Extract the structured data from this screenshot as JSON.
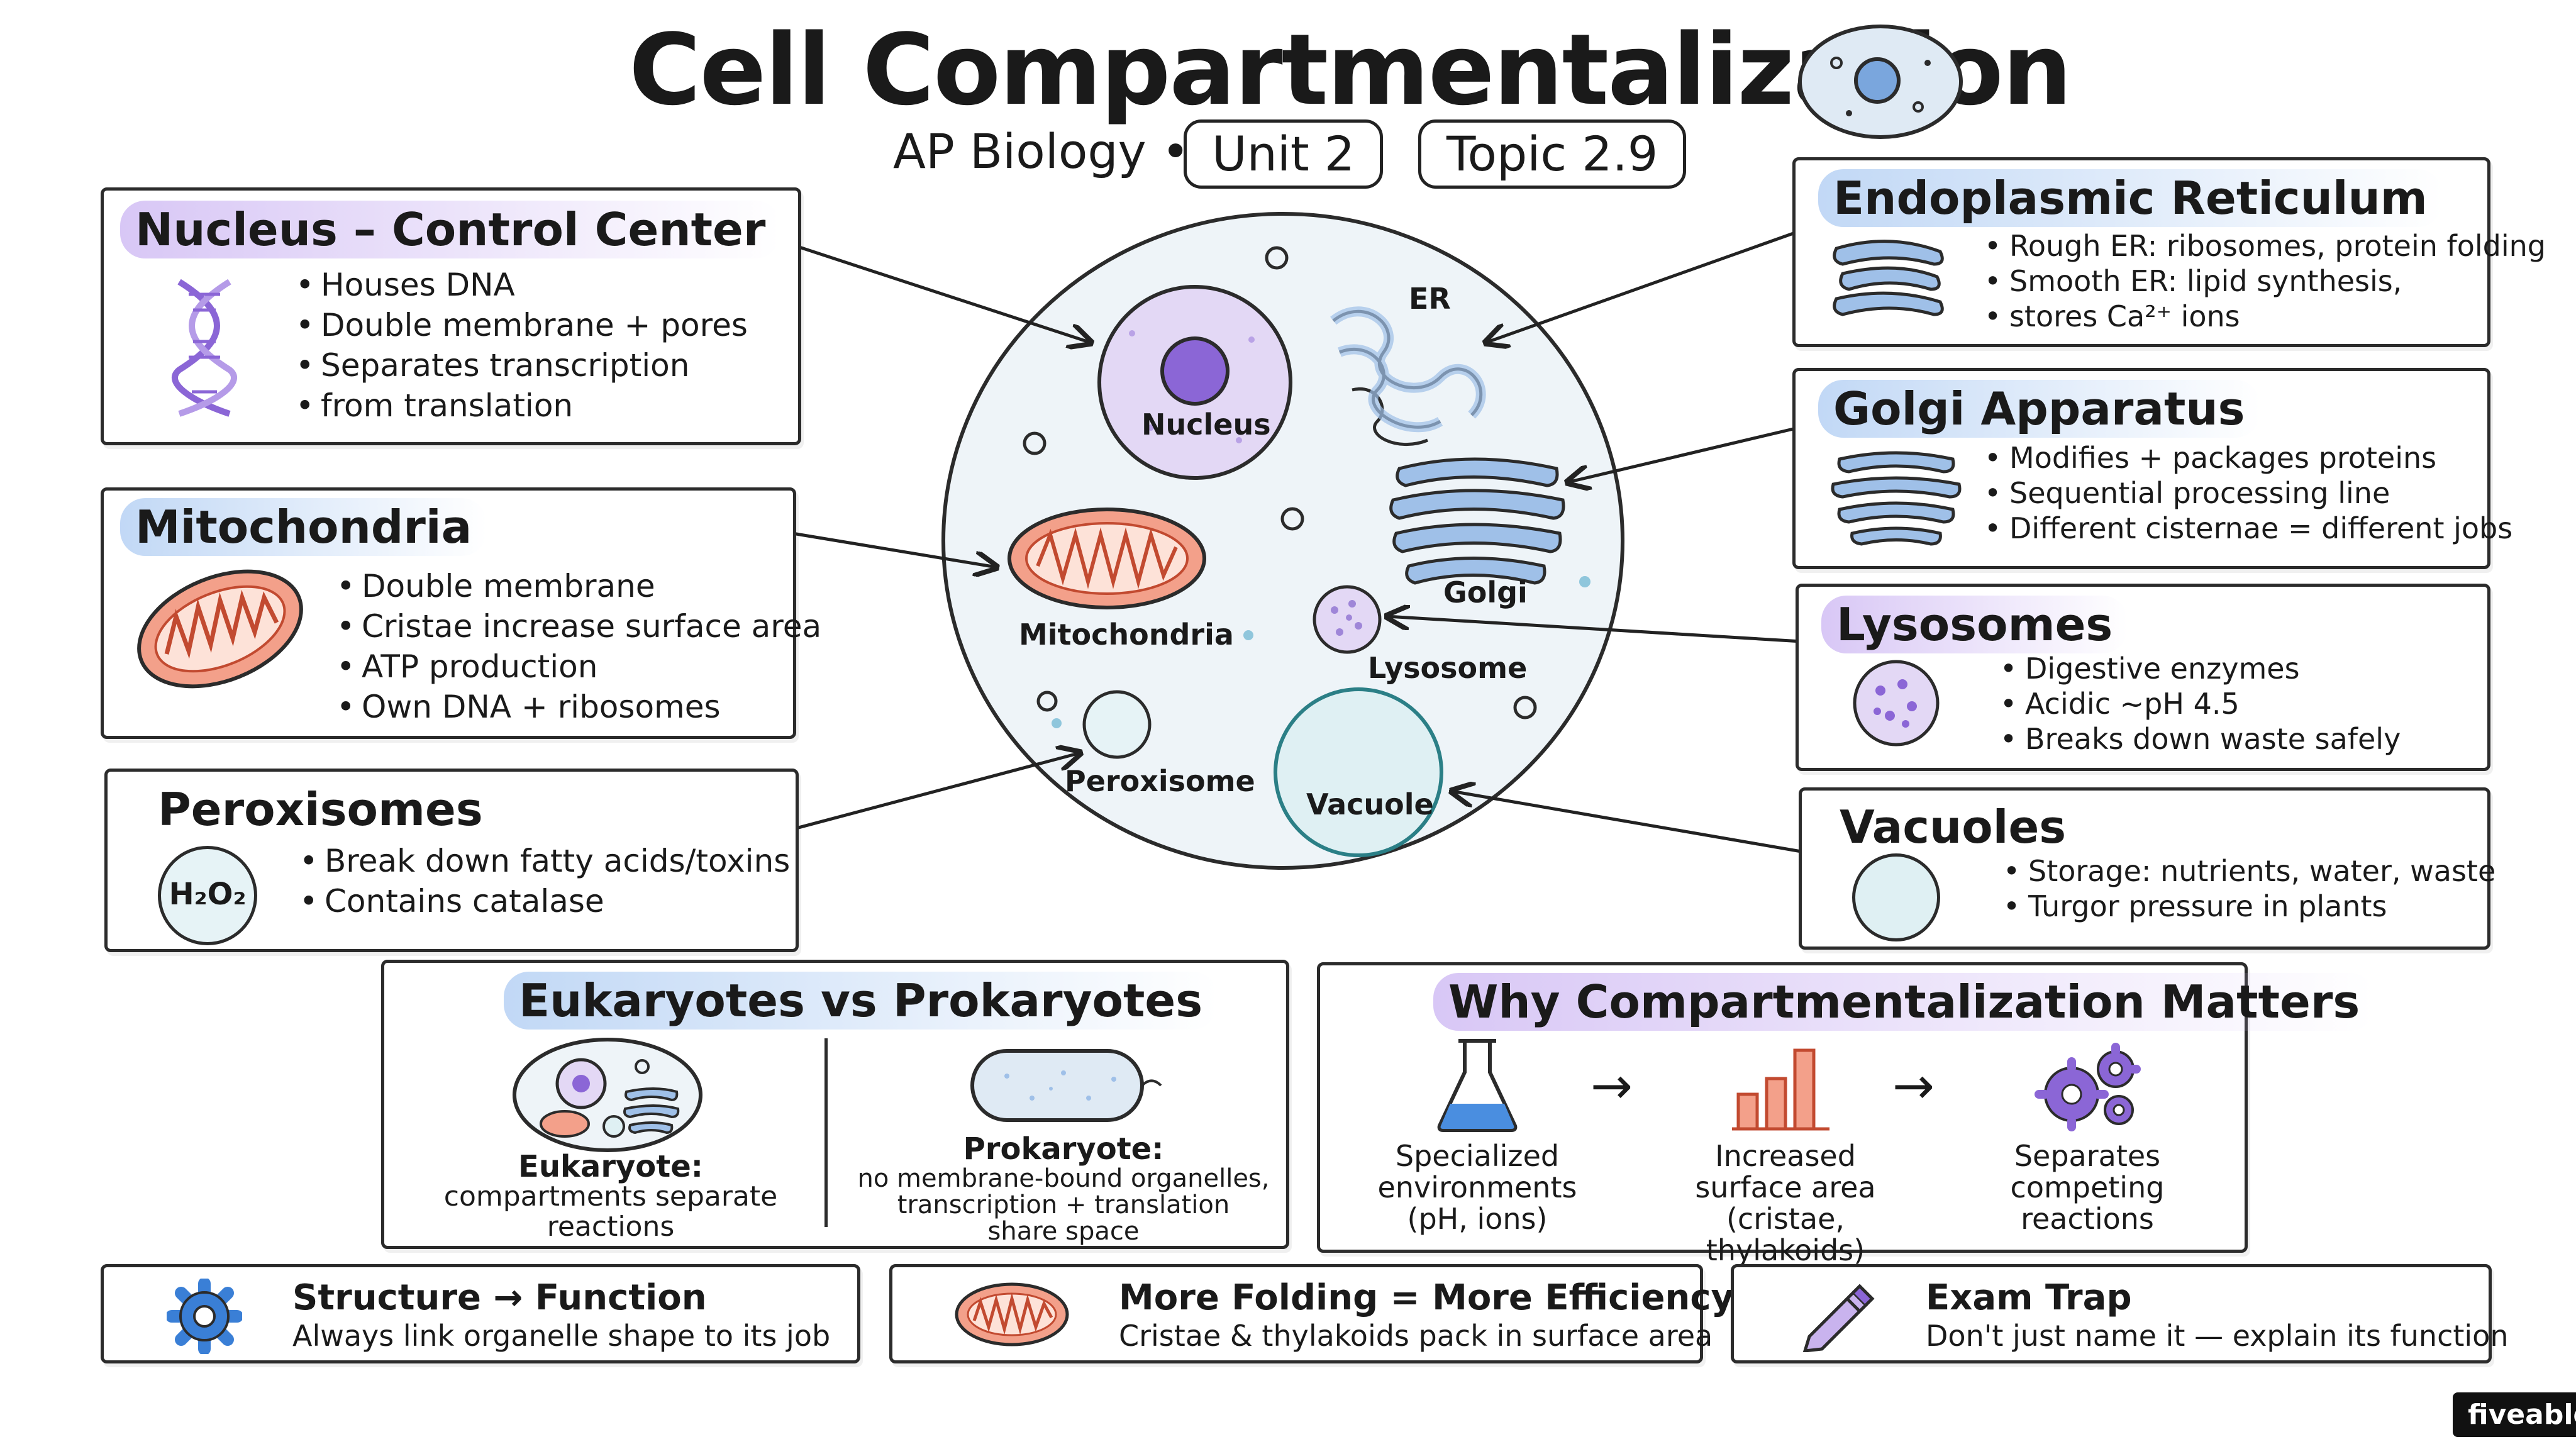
{
  "title": "Cell Compartmentalization",
  "subtitle": "AP Biology •",
  "unit_pill": "Unit 2",
  "topic_pill": "Topic 2.9",
  "cell_labels": {
    "nucleus": "Nucleus",
    "er": "ER",
    "golgi": "Golgi",
    "mitochondria": "Mitochondria",
    "lysosome": "Lysosome",
    "peroxisome": "Peroxisome",
    "vacuole": "Vacuole"
  },
  "nucleus_box": {
    "title": "Nucleus – Control Center",
    "items": [
      "Houses DNA",
      "Double membrane + pores",
      "Separates transcription",
      "from translation"
    ]
  },
  "mito_box": {
    "title": "Mitochondria",
    "items": [
      "Double membrane",
      "Cristae increase surface area",
      "ATP production",
      "Own DNA + ribosomes"
    ]
  },
  "perox_box": {
    "title": "Peroxisomes",
    "icon_text": "H₂O₂",
    "items": [
      "Break down fatty acids/toxins",
      "Contains catalase"
    ]
  },
  "er_box": {
    "title": "Endoplasmic Reticulum",
    "items": [
      "Rough ER: ribosomes, protein folding",
      "Smooth ER: lipid synthesis,",
      "stores Ca²⁺ ions"
    ]
  },
  "golgi_box": {
    "title": "Golgi Apparatus",
    "items": [
      "Modifies + packages proteins",
      "Sequential processing line",
      "Different cisternae = different jobs"
    ]
  },
  "lyso_box": {
    "title": "Lysosomes",
    "items": [
      "Digestive enzymes",
      "Acidic ~pH 4.5",
      "Breaks down waste safely"
    ]
  },
  "vac_box": {
    "title": "Vacuoles",
    "items": [
      "Storage: nutrients, water, waste",
      "Turgor pressure in plants"
    ]
  },
  "euk_pro": {
    "title": "Eukaryotes vs Prokaryotes",
    "euk_title": "Eukaryote:",
    "euk_desc": [
      "compartments separate",
      "reactions"
    ],
    "pro_title": "Prokaryote:",
    "pro_desc": [
      "no membrane-bound organelles,",
      "transcription + translation",
      "share space"
    ]
  },
  "why": {
    "title": "Why Compartmentalization Matters",
    "steps": [
      {
        "lines": [
          "Specialized",
          "environments",
          "(pH, ions)"
        ]
      },
      {
        "lines": [
          "Increased",
          "surface area",
          "(cristae, thylakoids)"
        ]
      },
      {
        "lines": [
          "Separates",
          "competing",
          "reactions"
        ]
      }
    ]
  },
  "footer": [
    {
      "title": "Structure → Function",
      "desc": "Always link organelle shape to its job"
    },
    {
      "title": "More Folding = More Efficiency",
      "desc": "Cristae & thylakoids pack in surface area"
    },
    {
      "title": "Exam Trap",
      "desc": "Don't just name it — explain its function"
    }
  ],
  "brand": "fiveable",
  "colors": {
    "nucleus": "#b59be8",
    "mitochondria": "#e8735a",
    "er_golgi": "#6f9fd8",
    "cell_fill": "#eef4f8",
    "gear": "#3a7fd6",
    "bars": "#e8735a",
    "flask": "#4a8ee0"
  }
}
